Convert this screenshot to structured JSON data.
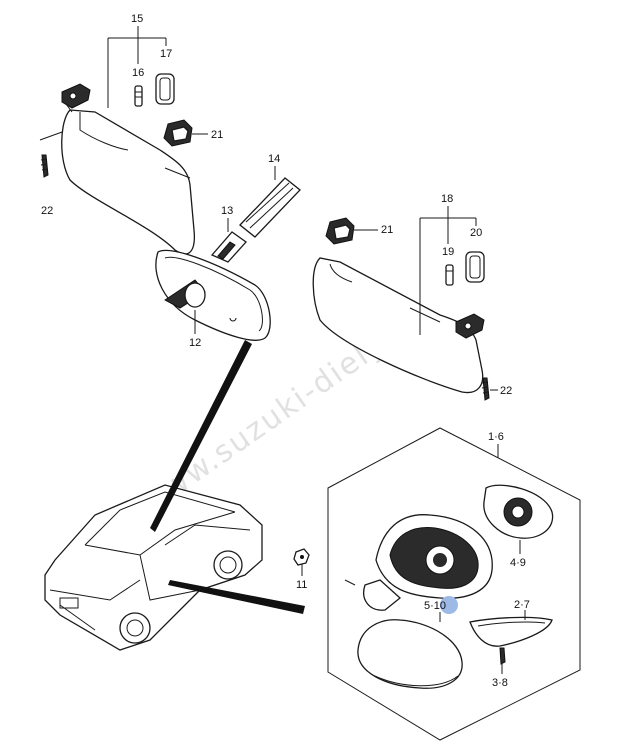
{
  "watermark": "www.suzuki-diely.sk",
  "highlight_color": "#9db9e6",
  "labels": {
    "p15": "15",
    "p16": "16",
    "p17": "17",
    "p21a": "21",
    "p22a": "22",
    "p14": "14",
    "p13": "13",
    "p12": "12",
    "p18": "18",
    "p19": "19",
    "p20": "20",
    "p21b": "21",
    "p22b": "22",
    "p1_6": "1·6",
    "p4_9": "4·9",
    "p11": "11",
    "p5_10": "5·10",
    "p2_7": "2·7",
    "p3_8": "3·8"
  }
}
